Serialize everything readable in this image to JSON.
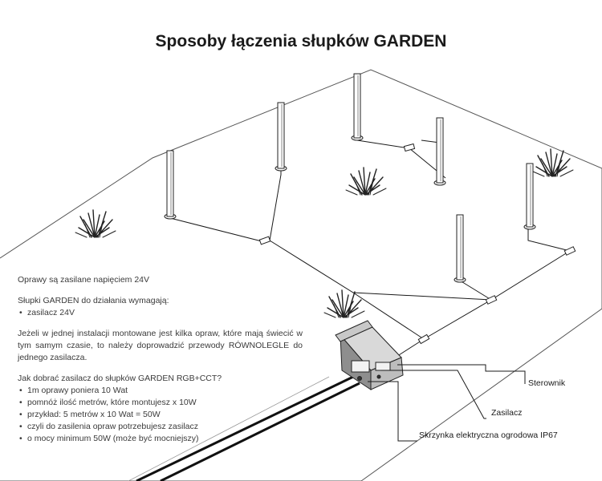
{
  "title": "Sposoby łączenia słupków GARDEN",
  "info": {
    "voltage_note": "Oprawy są zasilane napięciem 24V",
    "requirements_heading": "Słupki GARDEN do działania wymagają:",
    "requirements": [
      "zasilacz 24V"
    ],
    "parallel_note": "Jeżeli w jednej instalacji montowane jest kilka opraw, które mają świecić w tym samym czasie, to należy doprowadzić przewody RÓWNOLEGLE do jednego zasilacza.",
    "sizing_heading": "Jak dobrać zasilacz do słupków GARDEN RGB+CCT?",
    "sizing_steps": [
      "1m oprawy poniera 10 Wat",
      "pomnóż ilość metrów, które montujesz x 10W",
      "przykład: 5 metrów x 10 Wat = 50W",
      "czyli do zasilenia opraw potrzebujesz zasilacz",
      "o mocy minimum 50W (może być mocniejszy)"
    ]
  },
  "callouts": {
    "controller": "Sterownik",
    "power_supply": "Zasilacz",
    "junction_box": "Skrzynka elektryczna ogrodowa IP67"
  }
}
